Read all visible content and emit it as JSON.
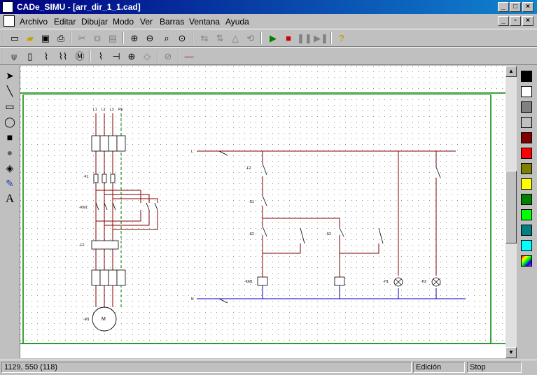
{
  "window": {
    "title": "CADe_SIMU - [arr_dir_1_1.cad]"
  },
  "menu": [
    "Archivo",
    "Editar",
    "Dibujar",
    "Modo",
    "Ver",
    "Barras",
    "Ventana",
    "Ayuda"
  ],
  "status": {
    "coords": "1129, 550 (118)",
    "mode": "Edición",
    "state": "Stop"
  },
  "diagram": {
    "power_phases": [
      "L1",
      "L2",
      "L3",
      "PE"
    ],
    "labels": [
      "-F1",
      "-KM1",
      "-F2",
      "-M1",
      "-S1",
      "-S2",
      "-S3",
      "-H1",
      "-H2",
      "-KM1",
      "L",
      "N"
    ]
  },
  "palette": [
    "#000000",
    "#ffffff",
    "#808080",
    "#c0c0c0",
    "#800000",
    "#ff0000",
    "#808000",
    "#ffff00",
    "#008000",
    "#00ff00",
    "#008080",
    "#00ffff"
  ]
}
